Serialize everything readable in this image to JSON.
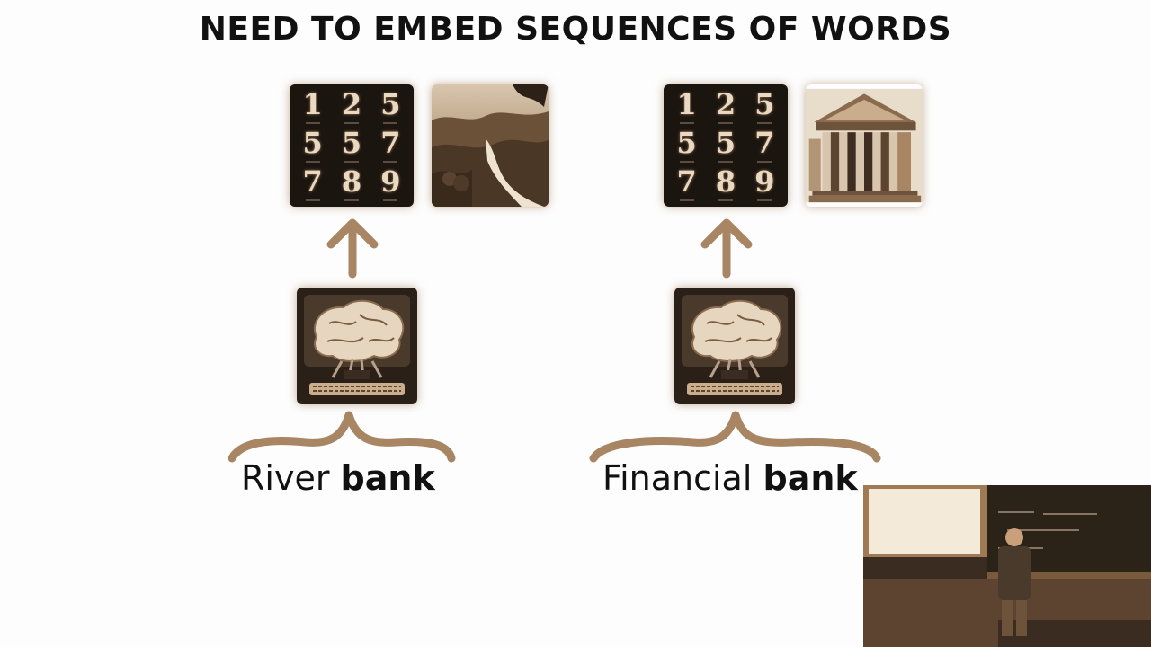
{
  "slide": {
    "title": "NEED TO EMBED SEQUENCES OF WORDS"
  },
  "left_example": {
    "word1": "River",
    "word2": "bank",
    "digits": [
      "1",
      "2",
      "5",
      "5",
      "5",
      "7",
      "7",
      "8",
      "9"
    ]
  },
  "right_example": {
    "word1": "Financial",
    "word2": "bank",
    "digits": [
      "1",
      "2",
      "5",
      "5",
      "5",
      "7",
      "7",
      "8",
      "9"
    ]
  },
  "colors": {
    "arrow": "#a88563",
    "tile_dark": "#1b1510",
    "sepia": "#c9ad8c"
  },
  "icons": [
    "brain-computer-icon",
    "river-landscape-icon",
    "bank-building-icon",
    "up-arrow-icon",
    "curly-brace-icon"
  ]
}
